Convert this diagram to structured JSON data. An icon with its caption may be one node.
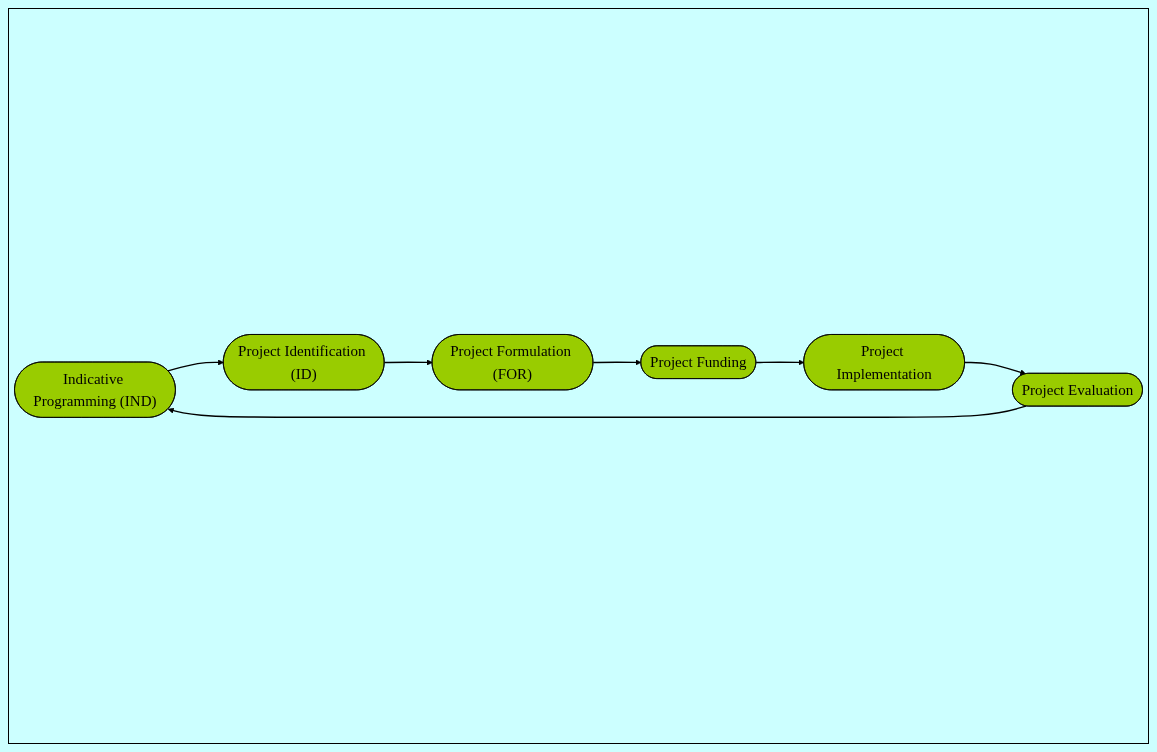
{
  "diagram": {
    "nodes": [
      {
        "text": [
          "Indicative Programming (IND)"
        ]
      },
      {
        "text": [
          "Project Identification (ID)"
        ]
      },
      {
        "text": [
          "Project Formulation (FOR)"
        ]
      },
      {
        "text": [
          "Project Funding"
        ]
      },
      {
        "text": [
          "Project Implementation"
        ]
      },
      {
        "text": [
          "Project Evaluation"
        ]
      }
    ],
    "edges": [
      {
        "from": 0,
        "to": 1,
        "arrow": "to"
      },
      {
        "from": 1,
        "to": 2,
        "arrow": "to"
      },
      {
        "from": 2,
        "to": 3,
        "arrow": "to"
      },
      {
        "from": 3,
        "to": 4,
        "arrow": "to"
      },
      {
        "from": 4,
        "to": 5,
        "arrow": "to"
      },
      {
        "from": 5,
        "to": 0,
        "arrow": "to"
      }
    ]
  }
}
